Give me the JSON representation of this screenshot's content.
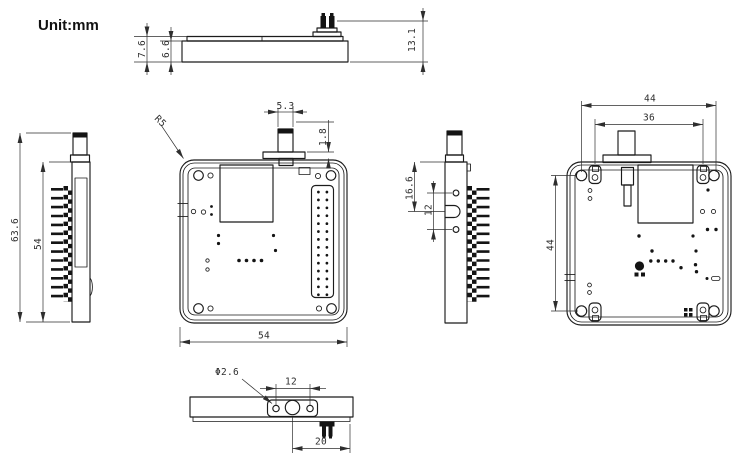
{
  "unit_label": "Unit:mm",
  "views": {
    "top_profile": {
      "dim_total_height": "7.6",
      "dim_body_height": "6.6",
      "dim_connector_height": "13.1"
    },
    "left_profile": {
      "dim_total_length": "63.6",
      "dim_body_length": "54"
    },
    "front": {
      "dim_antenna_width": "5.3",
      "dim_flange_height": "1.8",
      "label_corner_radius": "R5",
      "dim_body_width": "54"
    },
    "right_profile": {
      "dim_hole_offset": "16.6",
      "dim_hole_spacing": "12"
    },
    "back": {
      "dim_hole_span_h": "44",
      "dim_inner_span": "36",
      "dim_hole_span_v": "44"
    },
    "bottom_profile": {
      "label_hole_diameter": "Φ2.6",
      "dim_hole_spacing": "12",
      "dim_connector_offset": "20"
    }
  }
}
